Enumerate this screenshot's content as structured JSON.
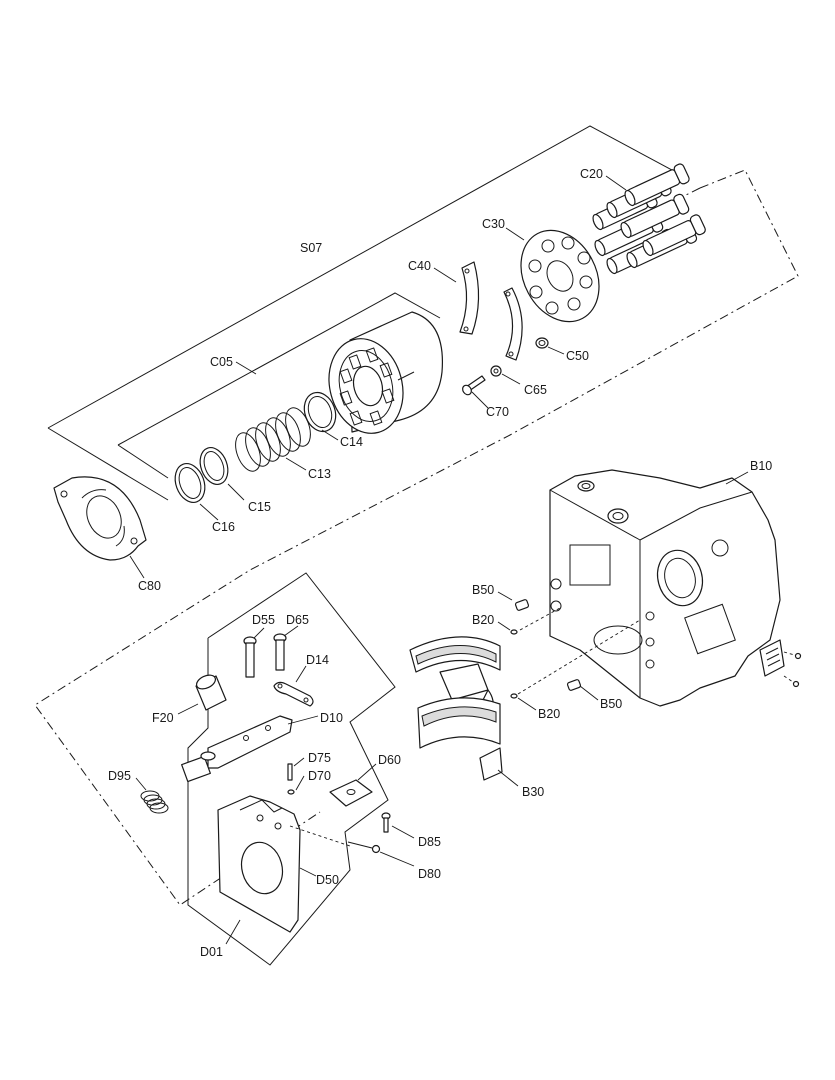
{
  "labels": {
    "S07": "S07",
    "C20": "C20",
    "C30": "C30",
    "C40": "C40",
    "C50": "C50",
    "C65": "C65",
    "C70": "C70",
    "C05": "C05",
    "C14": "C14",
    "C13": "C13",
    "C15": "C15",
    "C16": "C16",
    "C80": "C80",
    "B10": "B10",
    "B50_top": "B50",
    "B20_top": "B20",
    "B20_bottom": "B20",
    "B50_bottom": "B50",
    "B30": "B30",
    "D55": "D55",
    "D65": "D65",
    "D14": "D14",
    "F20": "F20",
    "D10": "D10",
    "D75": "D75",
    "D70": "D70",
    "D95": "D95",
    "D60": "D60",
    "D85": "D85",
    "D80": "D80",
    "D50": "D50",
    "D01": "D01"
  },
  "colors": {
    "line": "#1a1a1a",
    "background": "#ffffff"
  }
}
